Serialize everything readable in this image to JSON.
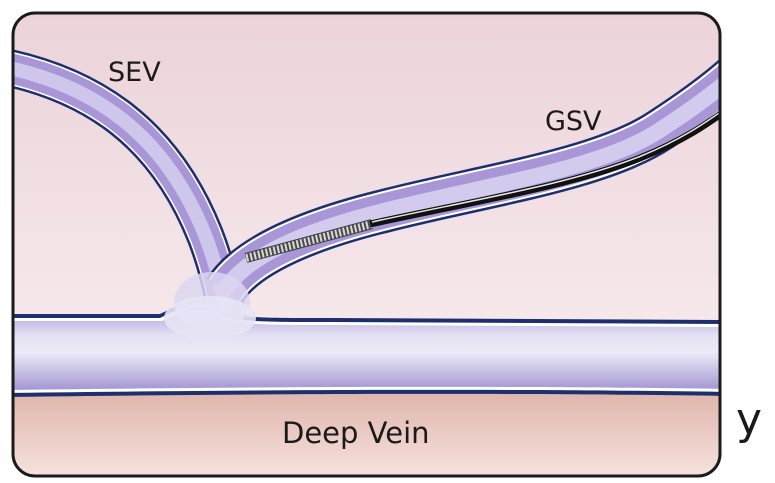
{
  "labels": {
    "sev": "SEV",
    "gsv": "GSV",
    "deep_vein": "Deep Vein",
    "side_letter": "y"
  },
  "colors": {
    "background_top": "#ebd3d9",
    "background_bottom": "#fbf2f4",
    "deep_tissue_top": "#dfb5ac",
    "deep_tissue_bottom": "#f4dcd6",
    "vein_wall": "#1d2f6e",
    "vein_edge": "#6c70bf",
    "vein_lumen": "#eae8f6",
    "device_coil": "#777777",
    "device_catheter": "#111111",
    "frame_border": "#1b1b1b"
  }
}
